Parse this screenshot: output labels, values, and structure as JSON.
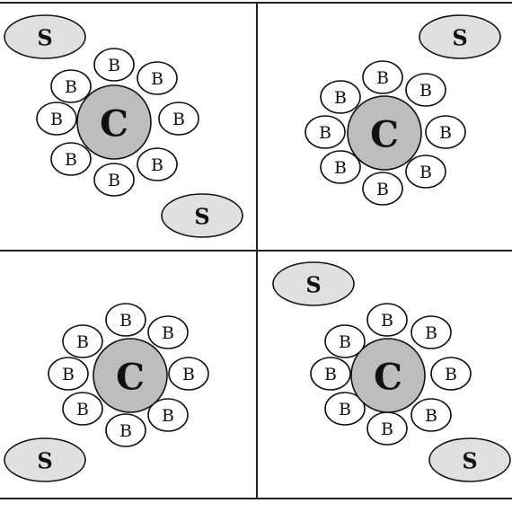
{
  "colors": {
    "background": "#ffffff",
    "core_fill": "#bdbdbd",
    "satellite_fill": "#e0e0e0",
    "b_fill": "#ffffff",
    "stroke": "#111111"
  },
  "labels": {
    "core": "C",
    "satellite": "S",
    "binder": "B"
  },
  "panels": [
    {
      "position": "top-left",
      "binder_count": 8,
      "satellite_count": 2
    },
    {
      "position": "top-right",
      "binder_count": 8,
      "satellite_count": 1
    },
    {
      "position": "bottom-left",
      "binder_count": 8,
      "satellite_count": 1
    },
    {
      "position": "bottom-right",
      "binder_count": 8,
      "satellite_count": 2
    }
  ]
}
